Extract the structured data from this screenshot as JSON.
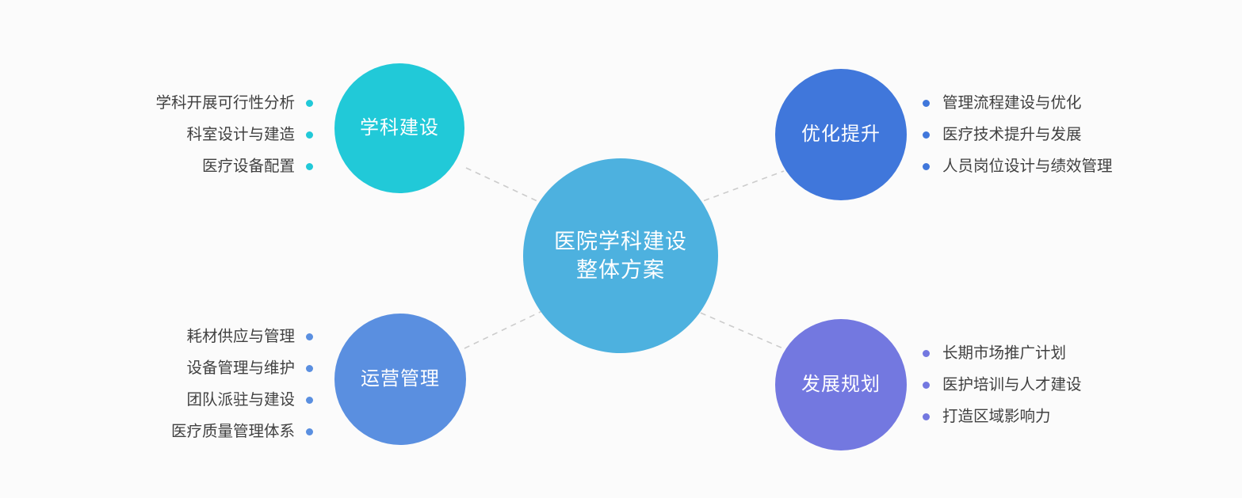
{
  "diagram": {
    "background_color": "#fbfbfb",
    "text_color": "#404040",
    "connector_color": "#cccccc",
    "center": {
      "label": "医院学科建设\n整体方案",
      "color": "#4db1df"
    },
    "branches": [
      {
        "id": "xueke-jianshe",
        "label": "学科建设",
        "color": "#21c9d8",
        "side": "left",
        "items": [
          "学科开展可行性分析",
          "科室设计与建造",
          "医疗设备配置"
        ]
      },
      {
        "id": "youhua-tisheng",
        "label": "优化提升",
        "color": "#4077db",
        "side": "right",
        "items": [
          "管理流程建设与优化",
          "医疗技术提升与发展",
          "人员岗位设计与绩效管理"
        ]
      },
      {
        "id": "yunying-guanli",
        "label": "运营管理",
        "color": "#5a8fe0",
        "side": "left",
        "items": [
          "耗材供应与管理",
          "设备管理与维护",
          "团队派驻与建设",
          "医疗质量管理体系"
        ]
      },
      {
        "id": "fazhan-guihua",
        "label": "发展规划",
        "color": "#7378e0",
        "side": "right",
        "items": [
          "长期市场推广计划",
          "医护培训与人才建设",
          "打造区域影响力"
        ]
      }
    ]
  }
}
